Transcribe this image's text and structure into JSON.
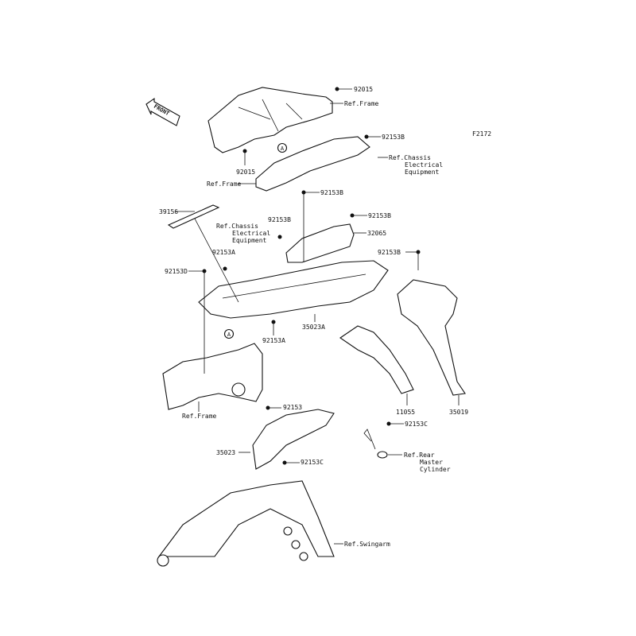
{
  "figure_id": "F2172",
  "front_marker": "FRONT",
  "ref_marker": "A",
  "labels": {
    "p92015_top": "92015",
    "ref_frame_top": "Ref.Frame",
    "p92015_low": "92015",
    "p92153B_1": "92153B",
    "ref_chassis_r": [
      "Ref.Chassis",
      "Electrical",
      "Equipment"
    ],
    "ref_frame_mid": "Ref.Frame",
    "p92153B_2": "92153B",
    "p39156": "39156",
    "p92153B_3": "92153B",
    "ref_chassis_l": [
      "Ref.Chassis",
      "Electrical",
      "Equipment"
    ],
    "p92153B_4": "92153B",
    "p32065": "32065",
    "p92153A_1": "92153A",
    "p92153B_5": "92153B",
    "p92153D": "92153D",
    "p35023A": "35023A",
    "p92153A_2": "92153A",
    "ref_frame_low": "Ref.Frame",
    "p11055": "11055",
    "p35019": "35019",
    "p92153": "92153",
    "p92153C_1": "92153C",
    "p35023": "35023",
    "p92153C_2": "92153C",
    "ref_rear": [
      "Ref.Rear",
      "Master",
      "Cylinder"
    ],
    "ref_swingarm": "Ref.Swingarm"
  }
}
